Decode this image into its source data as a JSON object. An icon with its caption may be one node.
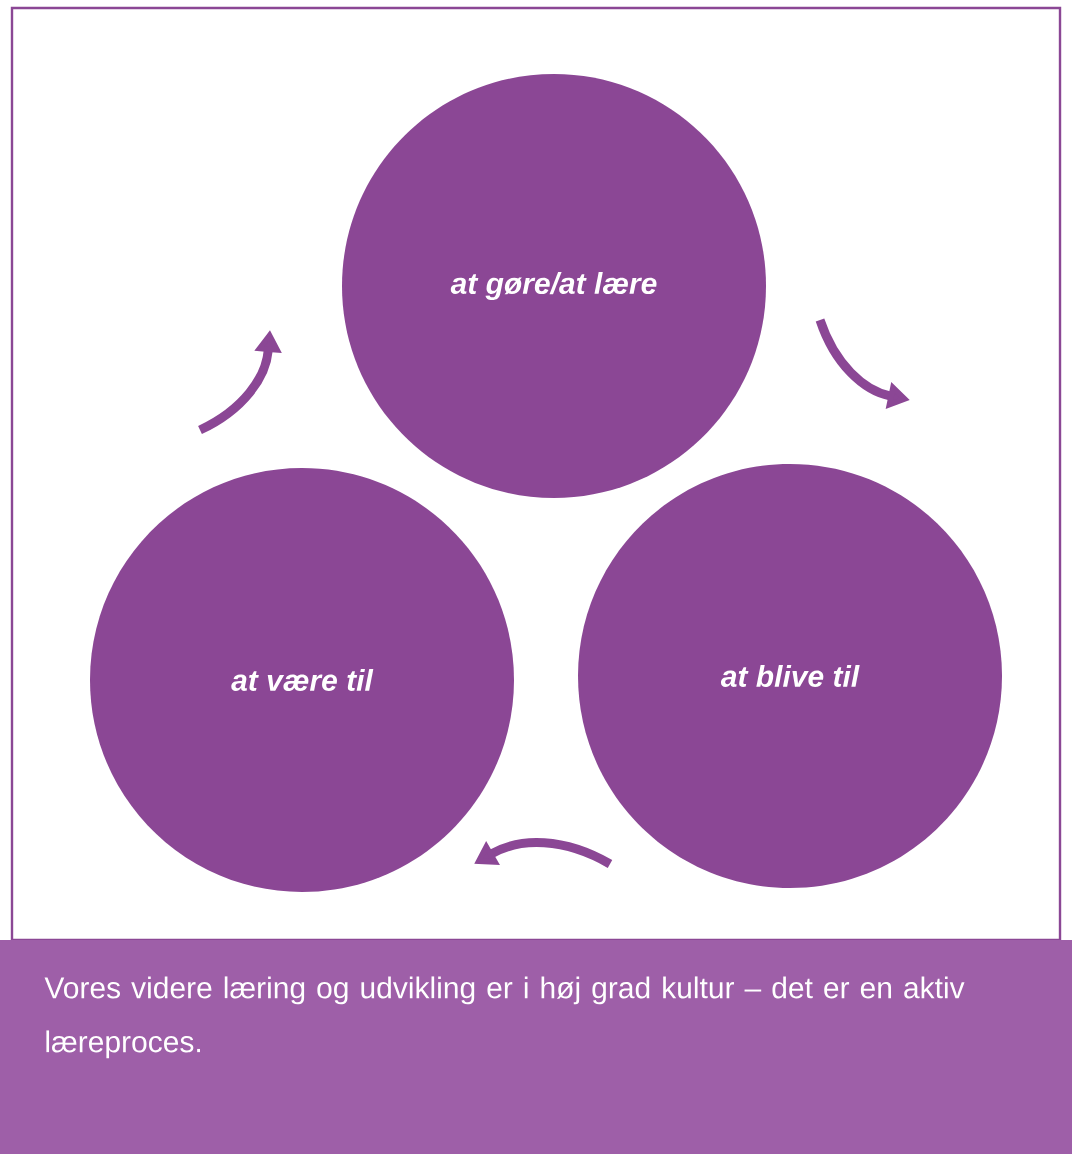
{
  "diagram": {
    "caption": "Vores videre læring og udvikling er i høj grad kultur – det er en aktiv læreproces.",
    "nodes": [
      {
        "text": [
          "at gøre/at lære"
        ]
      },
      {
        "text": [
          "at blive til"
        ]
      },
      {
        "text": [
          "at være til"
        ]
      }
    ],
    "edges": [
      {
        "from": 0,
        "to": 1,
        "arrow": "to"
      },
      {
        "from": 1,
        "to": 2,
        "arrow": "to"
      },
      {
        "from": 2,
        "to": 0,
        "arrow": "to"
      }
    ]
  }
}
